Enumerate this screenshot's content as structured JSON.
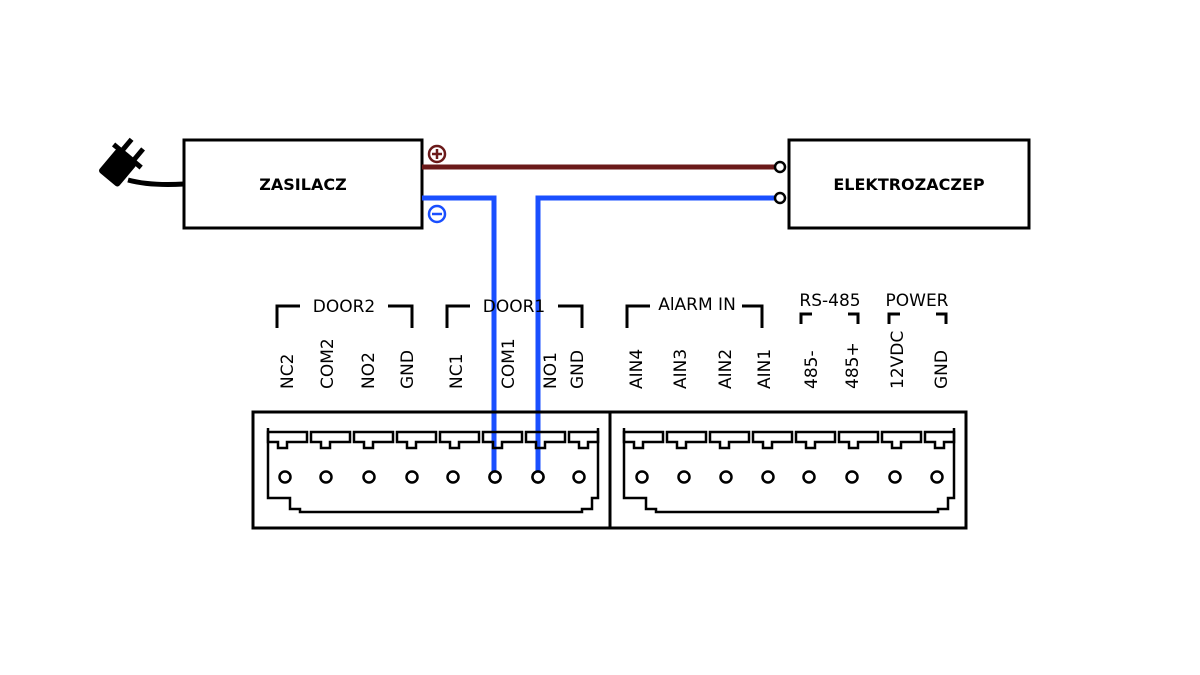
{
  "psu": {
    "label": "ZASILACZ"
  },
  "lock": {
    "label": "ELEKTROZACZEP"
  },
  "polarity": {
    "plus": "+",
    "minus": "−"
  },
  "groups": [
    {
      "id": "door2",
      "label": "DOOR2"
    },
    {
      "id": "door1",
      "label": "DOOR1"
    },
    {
      "id": "alarm",
      "label": "AlARM IN"
    },
    {
      "id": "rs485",
      "label": "RS-485"
    },
    {
      "id": "power",
      "label": "POWER"
    }
  ],
  "pins": [
    "NC2",
    "COM2",
    "NO2",
    "GND",
    "NC1",
    "COM1",
    "NO1",
    "GND",
    "AIN4",
    "AIN3",
    "AIN2",
    "AIN1",
    "485-",
    "485+",
    "12VDC",
    "GND"
  ],
  "colors": {
    "positive_wire": "#6b1a1a",
    "negative_wire": "#1a4fff",
    "outline": "#000000"
  },
  "icons": {
    "plug": "power-plug-icon"
  }
}
